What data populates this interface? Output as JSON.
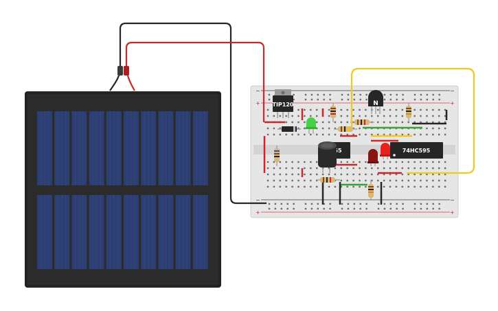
{
  "components": {
    "tip120": {
      "label": "TIP120"
    },
    "npn": {
      "label": "N"
    },
    "timer": {
      "label": "55"
    },
    "shift_register": {
      "label": "74HC595"
    }
  },
  "rail_signs": {
    "plus": "+",
    "minus": "−"
  },
  "colors": {
    "wire_black": "#262626",
    "wire_red": "#c8282a",
    "wire_yellow": "#f0c81e",
    "wire_green": "#3ca03c",
    "panel_frame": "#232323",
    "panel_cell": "#2c3e72",
    "breadboard": "#e6e6e6"
  }
}
